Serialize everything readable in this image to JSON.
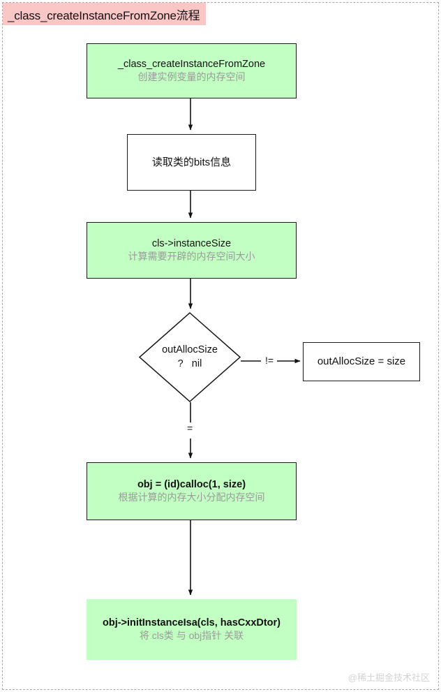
{
  "page": {
    "title_banner": "_class_createInstanceFromZone流程",
    "watermark": "@稀土掘金技术社区",
    "colors": {
      "banner_bg": "#fbc6c6",
      "node_green": "#c2ffc2",
      "node_white": "#ffffff",
      "border": "#1a1a1a",
      "subtitle_gray": "#9a9a9a",
      "page_frame_dashed": "#a8a8a8",
      "watermark_gray": "#d3d3d3"
    }
  },
  "flowchart": {
    "type": "flowchart",
    "direction": "top-to-bottom",
    "nodes": [
      {
        "id": "entry",
        "shape": "rectangle",
        "fill": "green",
        "title": "_class_createInstanceFromZone",
        "subtitle": "创建实例变量的内存空间"
      },
      {
        "id": "read-bits",
        "shape": "rectangle",
        "fill": "white",
        "title": "读取类的bits信息",
        "subtitle": ""
      },
      {
        "id": "instance-size",
        "shape": "rectangle",
        "fill": "green",
        "title": "cls->instanceSize",
        "subtitle": "计算需要开辟的内存空间大小"
      },
      {
        "id": "decision",
        "shape": "diamond",
        "fill": "white",
        "title": "outAllocSize",
        "subtitle": "?   nil"
      },
      {
        "id": "set-outallocsize",
        "shape": "rectangle",
        "fill": "white",
        "title": "outAllocSize = size",
        "subtitle": ""
      },
      {
        "id": "calloc",
        "shape": "rectangle",
        "fill": "green",
        "title": "obj = (id)calloc(1, size)",
        "subtitle": "根据计算的内存大小分配内存空间"
      },
      {
        "id": "init-isa",
        "shape": "rectangle",
        "fill": "green",
        "title": "obj->initInstanceIsa(cls, hasCxxDtor)",
        "subtitle": "将 cls类 与 obj指针 关联"
      }
    ],
    "edges": [
      {
        "from": "entry",
        "to": "read-bits",
        "label": ""
      },
      {
        "from": "read-bits",
        "to": "instance-size",
        "label": ""
      },
      {
        "from": "instance-size",
        "to": "decision",
        "label": ""
      },
      {
        "from": "decision",
        "to": "set-outallocsize",
        "label": "!="
      },
      {
        "from": "decision",
        "to": "calloc",
        "label": "="
      },
      {
        "from": "calloc",
        "to": "init-isa",
        "label": ""
      }
    ]
  }
}
